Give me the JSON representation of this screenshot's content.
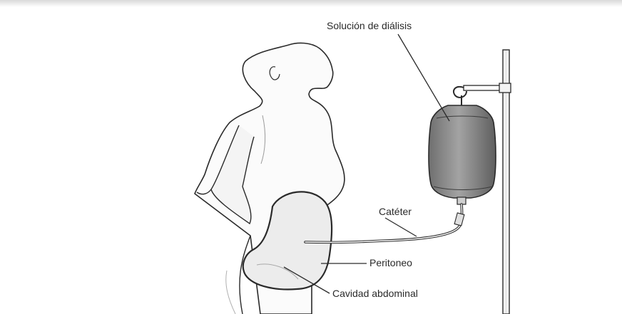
{
  "diagram": {
    "labels": {
      "dialysis_solution": "Solución de diálisis",
      "catheter": "Catéter",
      "peritoneum": "Peritoneo",
      "abdominal_cavity": "Cavidad abdominal"
    },
    "colors": {
      "ink": "#2a2a2a",
      "bag_fill": "#8c8c8c",
      "skin_shade": "#ececec"
    }
  }
}
